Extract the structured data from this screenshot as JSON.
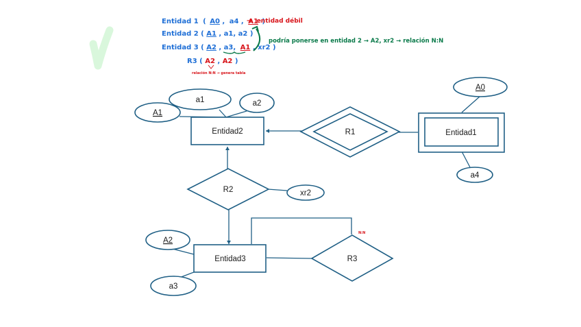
{
  "colors": {
    "stroke": "#1f5f85",
    "note_blue": "#1f6fd6",
    "note_red": "#d8141a",
    "note_green": "#0a7a4a",
    "checkmark": "#d9f7dc"
  },
  "checkmark": {
    "icon": "checkmark-icon"
  },
  "notes": {
    "entidad1": {
      "name": "Entidad 1",
      "open": "(",
      "key": "A0",
      "sep1": ",",
      "attr": "a4",
      "sep2": ",",
      "fk": "A1",
      "close": ")",
      "arrow": "→",
      "comment": "entidad débil"
    },
    "entidad2": {
      "text": "Entidad 2 (",
      "key": "A1",
      "rest": ", a1, a2 )"
    },
    "entidad3": {
      "text": "Entidad 3 (",
      "key": "A2",
      "mid": ", a3,",
      "fk": "A1",
      "rest": ", xr2 )"
    },
    "r3": {
      "text": "R3 (",
      "k1": "A2",
      "sep": ",",
      "k2": "A2",
      "close": ")"
    },
    "r3_comment": "relación N:N → genera tabla",
    "green_comment": "podría ponerse en entidad 2 → A2, xr2 → relación N:N"
  },
  "diagram": {
    "entities": [
      {
        "id": "entidad1",
        "label": "Entidad1",
        "weak": true
      },
      {
        "id": "entidad2",
        "label": "Entidad2",
        "weak": false
      },
      {
        "id": "entidad3",
        "label": "Entidad3",
        "weak": false
      }
    ],
    "relationships": [
      {
        "id": "r1",
        "label": "R1",
        "identifying": true
      },
      {
        "id": "r2",
        "label": "R2",
        "identifying": false
      },
      {
        "id": "r3",
        "label": "R3",
        "identifying": false,
        "cardinality_note": "N:N"
      }
    ],
    "attributes": [
      {
        "id": "a0",
        "label": "A0",
        "key": true,
        "owner": "entidad1"
      },
      {
        "id": "a4",
        "label": "a4",
        "key": false,
        "owner": "entidad1"
      },
      {
        "id": "a1key",
        "label": "A1",
        "key": true,
        "owner": "entidad2"
      },
      {
        "id": "a1",
        "label": "a1",
        "key": false,
        "owner": "entidad2"
      },
      {
        "id": "a2",
        "label": "a2",
        "key": false,
        "owner": "entidad2"
      },
      {
        "id": "xr2",
        "label": "xr2",
        "key": false,
        "owner": "r2"
      },
      {
        "id": "a2key",
        "label": "A2",
        "key": true,
        "owner": "entidad3"
      },
      {
        "id": "a3",
        "label": "a3",
        "key": false,
        "owner": "entidad3"
      }
    ]
  }
}
